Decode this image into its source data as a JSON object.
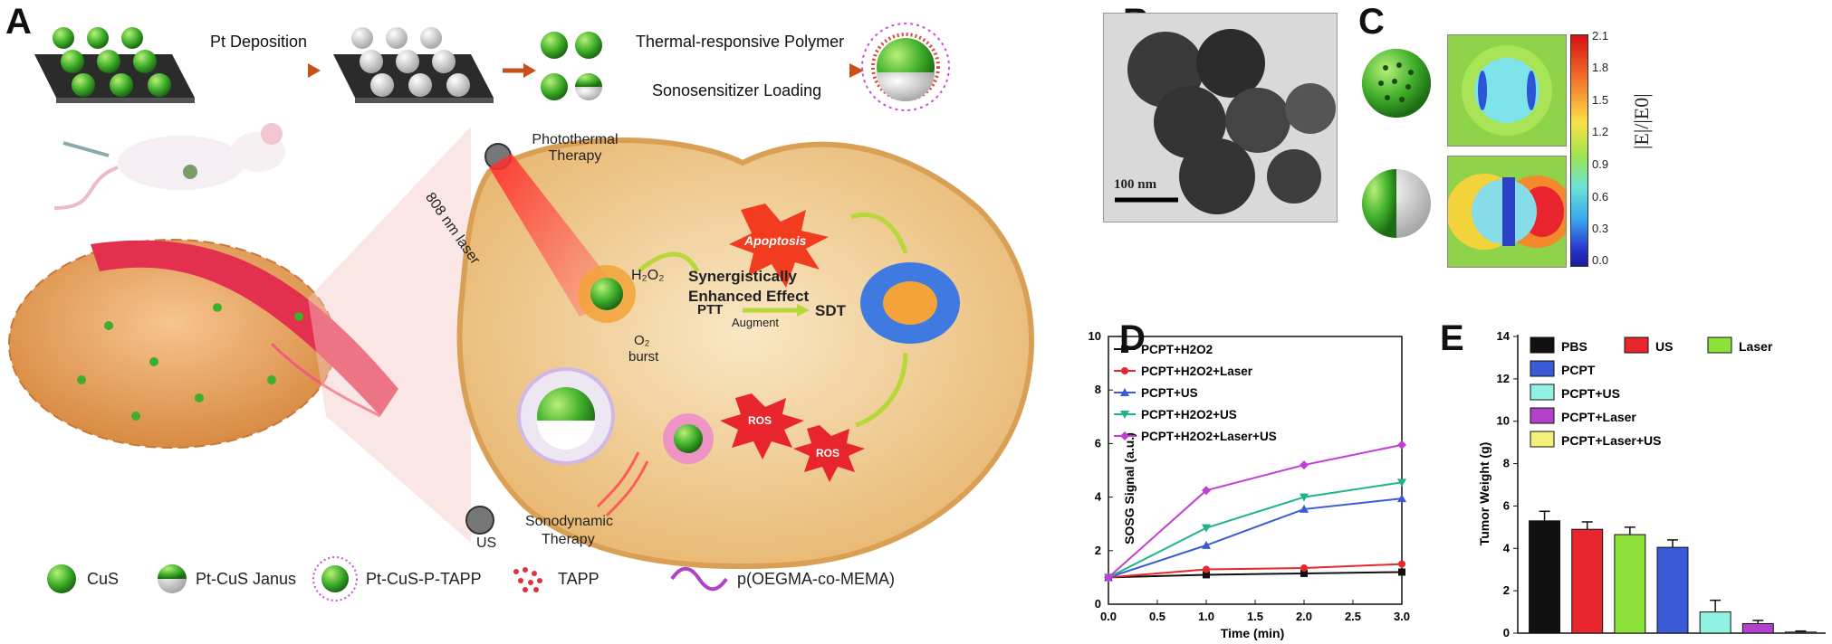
{
  "panels": {
    "a": "A",
    "b": "B",
    "c": "C",
    "d": "D",
    "e": "E"
  },
  "panel_a": {
    "step1": "Pt Deposition",
    "step2a": "Thermal-responsive Polymer",
    "step2b": "Sonosensitizer Loading",
    "laser": "808 nm laser",
    "ptt_label": "Photothermal Therapy",
    "apoptosis": "Apoptosis",
    "h2o2": "H₂O₂",
    "synergy1": "Synergistically",
    "synergy2": "Enhanced Effect",
    "augment": "Augment",
    "ptt": "PTT",
    "sdt": "SDT",
    "o2": "O₂",
    "burst": "burst",
    "ros": "ROS",
    "us": "US",
    "sdt_label1": "Sonodynamic",
    "sdt_label2": "Therapy",
    "legend": [
      {
        "icon": "cus-sphere-icon",
        "label": "CuS"
      },
      {
        "icon": "janus-sphere-icon",
        "label": "Pt-CuS Janus"
      },
      {
        "icon": "coated-sphere-icon",
        "label": "Pt-CuS-P-TAPP"
      },
      {
        "icon": "dots-icon",
        "label": "TAPP"
      },
      {
        "icon": "wave-line-icon",
        "label": "p(OEGMA-co-MEMA)"
      }
    ]
  },
  "panel_b": {
    "scalebar": "100 nm"
  },
  "panel_c": {
    "colorbar_ticks": [
      "2.1",
      "1.8",
      "1.5",
      "1.2",
      "0.9",
      "0.6",
      "0.3",
      "0.0"
    ],
    "colorbar_label": "|E|/|E0|"
  },
  "colors": {
    "black": "#111111",
    "red": "#e8262d",
    "blue": "#3b5bd6",
    "teal": "#1fb38a",
    "magenta": "#c13fd4",
    "green": "#8de23a",
    "cyan": "#8ff2e3",
    "purple": "#b340c8",
    "yellow": "#f3f07a"
  },
  "chart_data": [
    {
      "type": "line",
      "xlabel": "Time (min)",
      "ylabel": "SOSG Signal (a.u.)",
      "xlim": [
        0.0,
        3.0
      ],
      "ylim": [
        0,
        10
      ],
      "xticks": [
        "0.0",
        "0.5",
        "1.0",
        "1.5",
        "2.0",
        "2.5",
        "3.0"
      ],
      "yticks": [
        "0",
        "2",
        "4",
        "6",
        "8",
        "10"
      ],
      "x": [
        0,
        1,
        2,
        3
      ],
      "series": [
        {
          "name": "PCPT+H2O2",
          "color": "#111111",
          "marker": "square",
          "values": [
            1.0,
            1.1,
            1.15,
            1.2
          ]
        },
        {
          "name": "PCPT+H2O2+Laser",
          "color": "#e8262d",
          "marker": "circle",
          "values": [
            1.0,
            1.3,
            1.35,
            1.5
          ]
        },
        {
          "name": "PCPT+US",
          "color": "#3b5bd6",
          "marker": "triangle-up",
          "values": [
            1.0,
            2.2,
            3.55,
            3.95
          ]
        },
        {
          "name": "PCPT+H2O2+US",
          "color": "#1fb38a",
          "marker": "triangle-down",
          "values": [
            1.0,
            2.85,
            4.0,
            4.55
          ]
        },
        {
          "name": "PCPT+H2O2+Laser+US",
          "color": "#c13fd4",
          "marker": "diamond",
          "values": [
            1.0,
            4.25,
            5.2,
            5.95
          ]
        }
      ]
    },
    {
      "type": "bar",
      "ylabel": "Tumor Weight (g)",
      "ylim": [
        0,
        14
      ],
      "yticks": [
        "0",
        "2",
        "4",
        "6",
        "8",
        "10",
        "12",
        "14"
      ],
      "categories": [
        "PBS",
        "US",
        "Laser",
        "PCPT",
        "PCPT+US",
        "PCPT+Laser",
        "PCPT+Laser+US"
      ],
      "values": [
        5.3,
        4.9,
        4.65,
        4.05,
        1.0,
        0.45,
        0.05
      ],
      "errors": [
        0.45,
        0.35,
        0.35,
        0.35,
        0.55,
        0.15,
        0.05
      ],
      "colors": [
        "#111111",
        "#e8262d",
        "#8de23a",
        "#3b5bd6",
        "#8ff2e3",
        "#b340c8",
        "#f3f07a"
      ]
    }
  ]
}
